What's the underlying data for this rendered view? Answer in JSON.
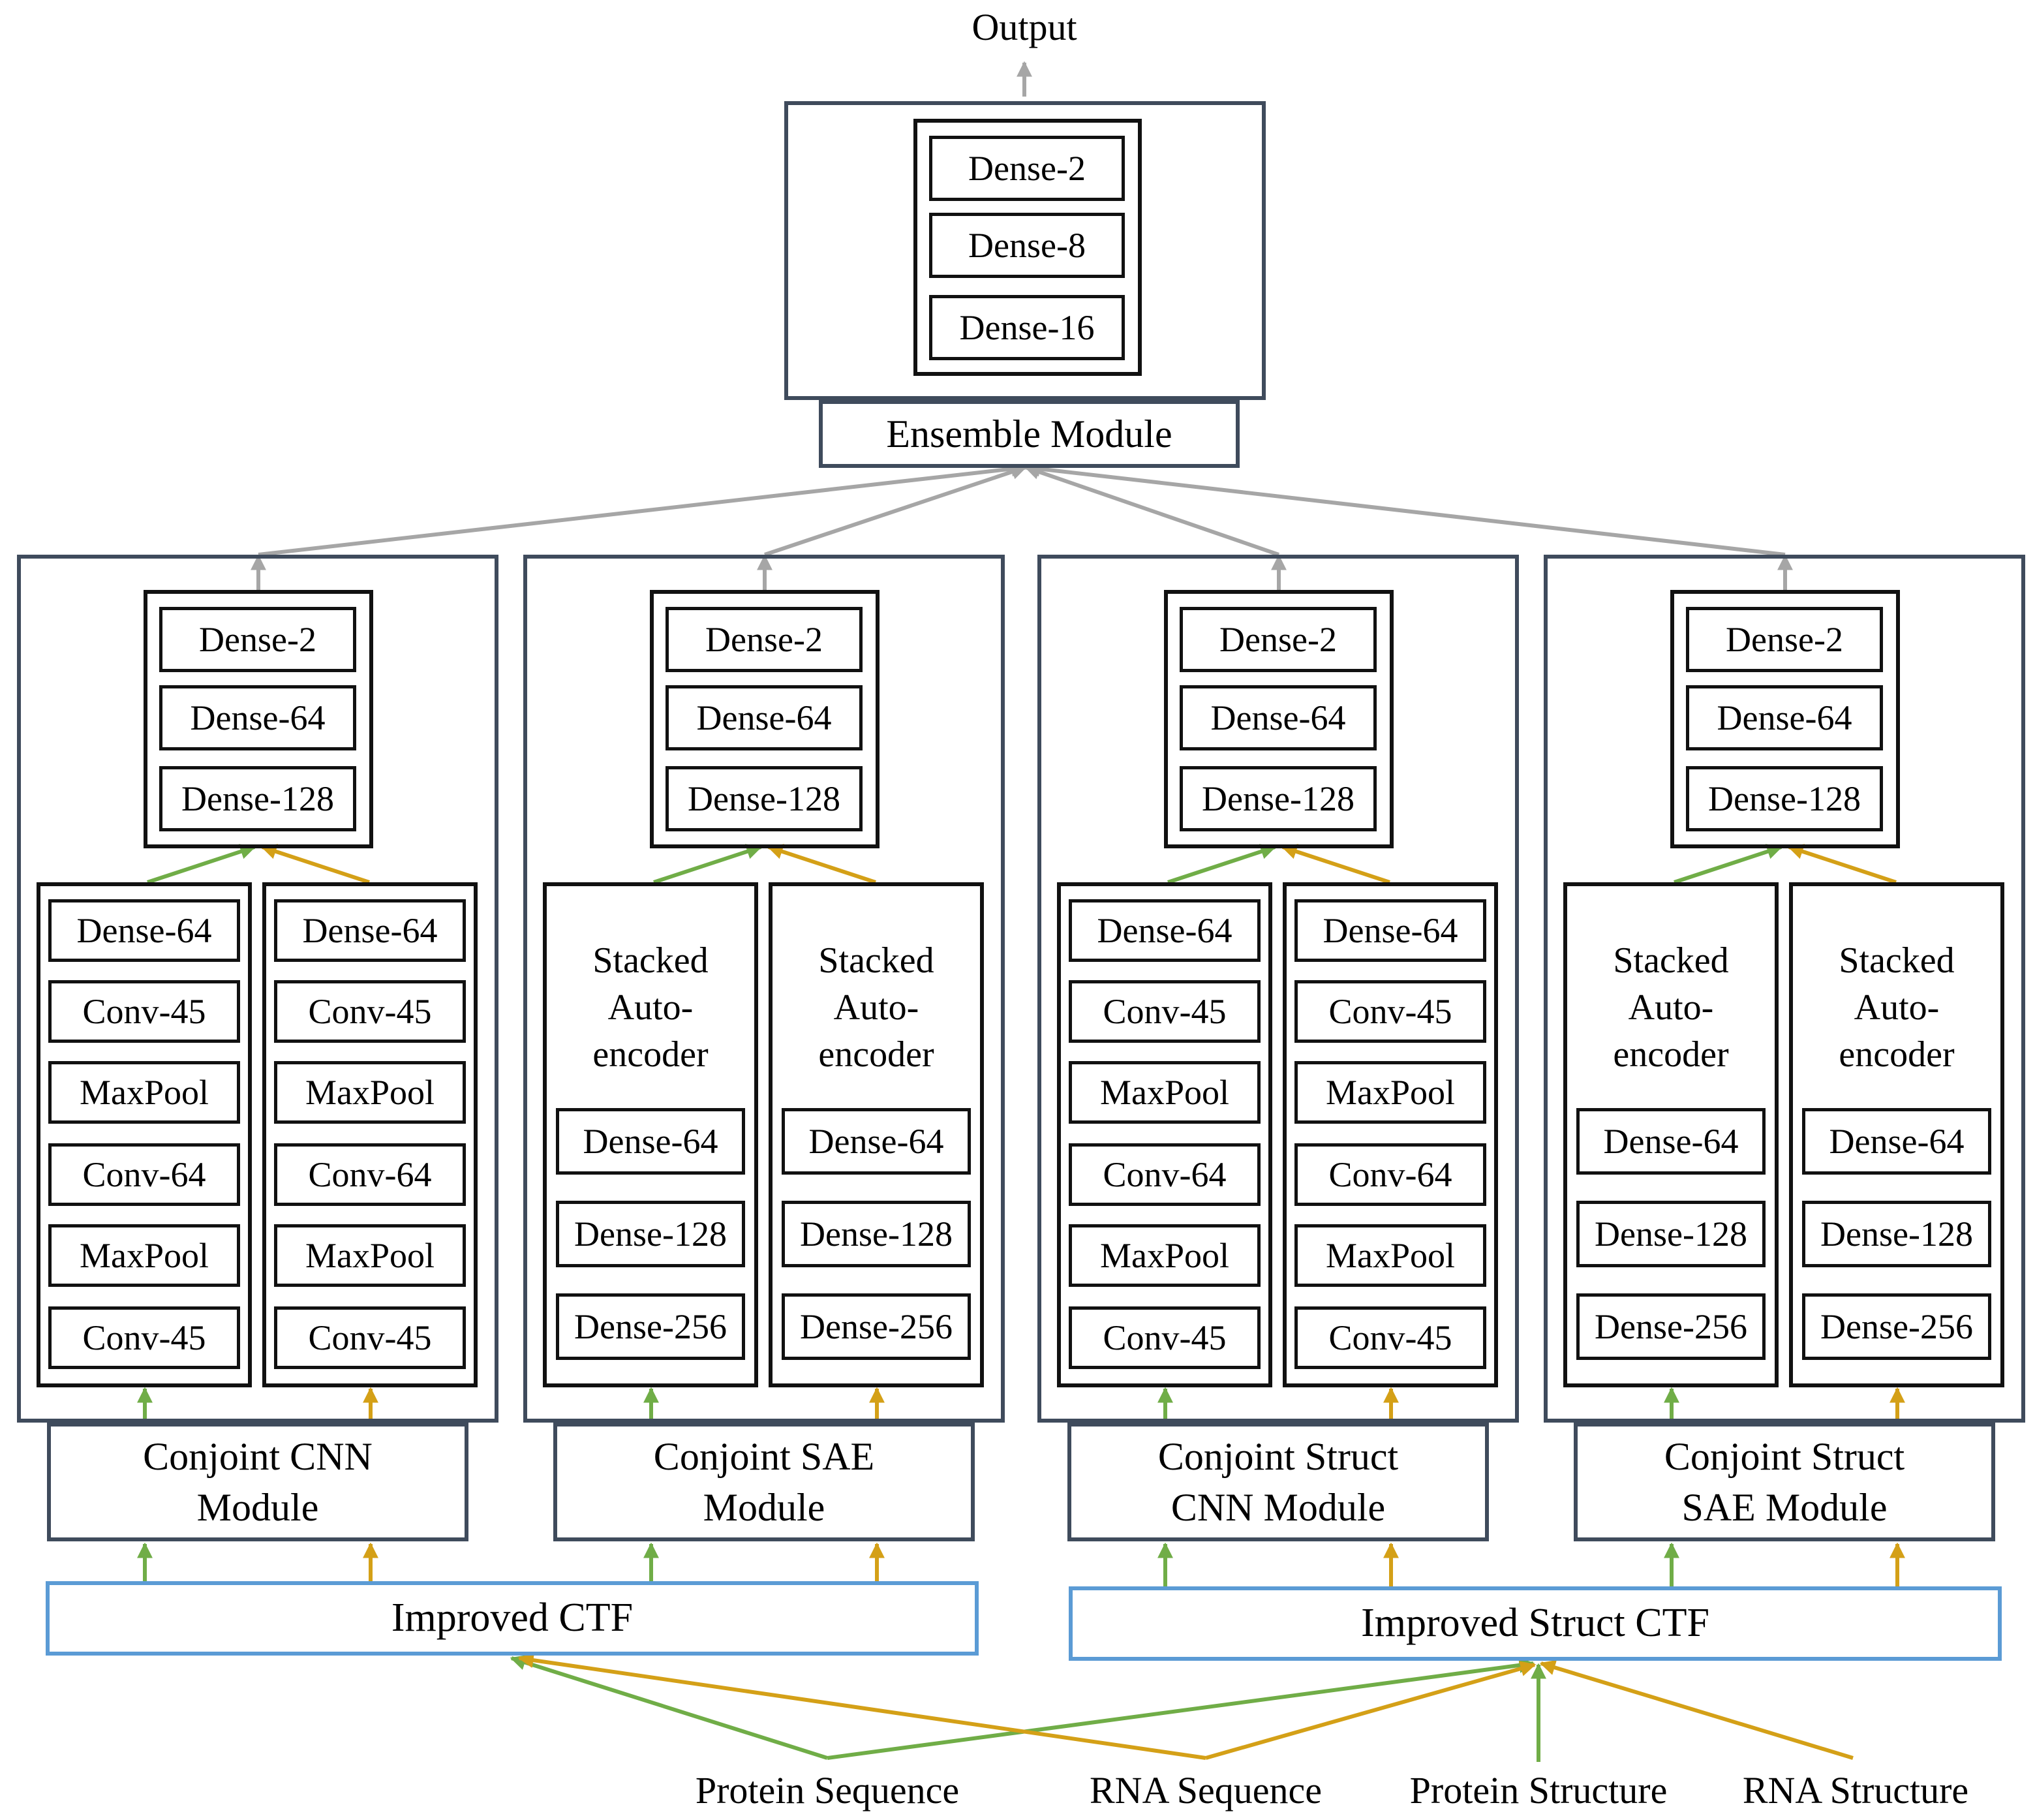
{
  "output_label": "Output",
  "ensemble": {
    "title": "Ensemble Module",
    "layers": [
      "Dense-2",
      "Dense-8",
      "Dense-16"
    ]
  },
  "modules": [
    {
      "title": "Conjoint CNN\nModule",
      "head": [
        "Dense-2",
        "Dense-64",
        "Dense-128"
      ],
      "type": "cnn",
      "branch_a": [
        "Dense-64",
        "Conv-45",
        "MaxPool",
        "Conv-64",
        "MaxPool",
        "Conv-45"
      ],
      "branch_b": [
        "Dense-64",
        "Conv-45",
        "MaxPool",
        "Conv-64",
        "MaxPool",
        "Conv-45"
      ]
    },
    {
      "title": "Conjoint SAE\nModule",
      "head": [
        "Dense-2",
        "Dense-64",
        "Dense-128"
      ],
      "type": "sae",
      "branch_a": {
        "caption": "Stacked\nAuto-\nencoder",
        "layers": [
          "Dense-64",
          "Dense-128",
          "Dense-256"
        ]
      },
      "branch_b": {
        "caption": "Stacked\nAuto-\nencoder",
        "layers": [
          "Dense-64",
          "Dense-128",
          "Dense-256"
        ]
      }
    },
    {
      "title": "Conjoint Struct\nCNN Module",
      "head": [
        "Dense-2",
        "Dense-64",
        "Dense-128"
      ],
      "type": "cnn",
      "branch_a": [
        "Dense-64",
        "Conv-45",
        "MaxPool",
        "Conv-64",
        "MaxPool",
        "Conv-45"
      ],
      "branch_b": [
        "Dense-64",
        "Conv-45",
        "MaxPool",
        "Conv-64",
        "MaxPool",
        "Conv-45"
      ]
    },
    {
      "title": "Conjoint Struct\nSAE Module",
      "head": [
        "Dense-2",
        "Dense-64",
        "Dense-128"
      ],
      "type": "sae",
      "branch_a": {
        "caption": "Stacked\nAuto-\nencoder",
        "layers": [
          "Dense-64",
          "Dense-128",
          "Dense-256"
        ]
      },
      "branch_b": {
        "caption": "Stacked\nAuto-\nencoder",
        "layers": [
          "Dense-64",
          "Dense-128",
          "Dense-256"
        ]
      }
    }
  ],
  "feature_extractors": [
    "Improved CTF",
    "Improved Struct CTF"
  ],
  "inputs": [
    "Protein Sequence",
    "RNA Sequence",
    "Protein Structure",
    "RNA Structure"
  ],
  "colors": {
    "protein_path": "#70ad47",
    "rna_path": "#d4a017",
    "ensemble_path": "#a6a6a6",
    "module_border": "#3f4b5c",
    "ctf_border": "#5b9bd5",
    "layer_border": "#111111"
  }
}
